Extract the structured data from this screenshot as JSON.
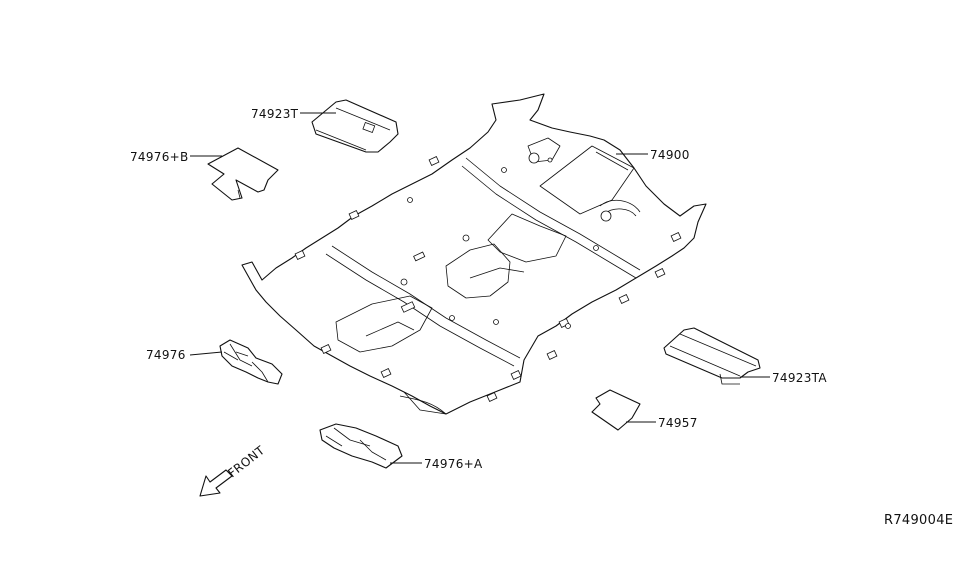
{
  "labels": {
    "p74923T": "74923T",
    "p74976B": "74976+B",
    "p74900": "74900",
    "p74976": "74976",
    "p74923TA": "74923TA",
    "p74957": "74957",
    "p74976A": "74976+A",
    "front": "FRONT",
    "reference": "R749004E"
  },
  "colors": {
    "line": "#111111",
    "background": "#ffffff"
  }
}
